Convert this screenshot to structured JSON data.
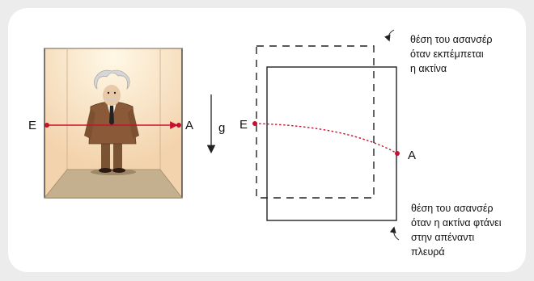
{
  "left_panel": {
    "label_emitter": "E",
    "label_absorber": "A",
    "gravity_label": "g"
  },
  "right_panel": {
    "label_emitter": "E",
    "label_absorber": "A",
    "caption_top": [
      "θέση του ασανσέρ",
      "όταν εκπέμπεται",
      "η ακτίνα"
    ],
    "caption_bottom": [
      "θέση του ασανσέρ",
      "όταν η ακτίνα φτάνει",
      "στην απέναντι",
      "πλευρά"
    ]
  },
  "colors": {
    "ray": "#c8102e",
    "beam_point": "#c8102e",
    "wall": "#f6dcc0",
    "floor": "#c4b08e",
    "frame": "#222222"
  }
}
